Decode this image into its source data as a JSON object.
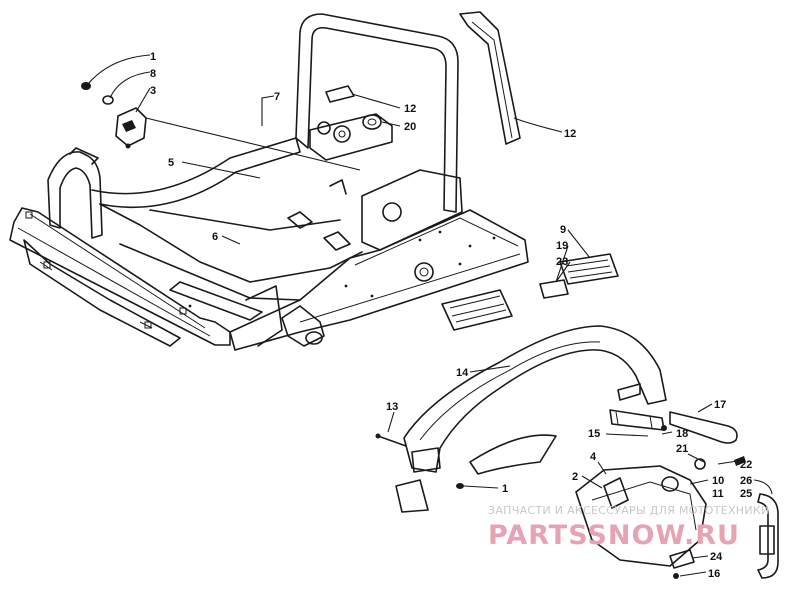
{
  "callouts": {
    "c1": "1",
    "c8": "8",
    "c3": "3",
    "c7": "7",
    "c5": "5",
    "c6": "6",
    "c12a": "12",
    "c20": "20",
    "c12b": "12",
    "c9": "9",
    "c19": "19",
    "c23": "23",
    "c14": "14",
    "c13": "13",
    "c1b": "1",
    "c17": "17",
    "c18": "18",
    "c15": "15",
    "c4": "4",
    "c2": "2",
    "c21": "21",
    "c22": "22",
    "c10": "10",
    "c26": "26",
    "c11": "11",
    "c25": "25",
    "c24": "24",
    "c16": "16"
  },
  "watermark": {
    "subtitle": "ЗАПЧАСТИ И АКСЕССУАРЫ ДЛЯ МОТОТЕХНИКИ",
    "brand": "PARTSSNOW.RU"
  },
  "colors": {
    "line": "#1a1a1a",
    "watermark_brand": "#e8a3b3",
    "watermark_text": "#c9c9c9"
  }
}
